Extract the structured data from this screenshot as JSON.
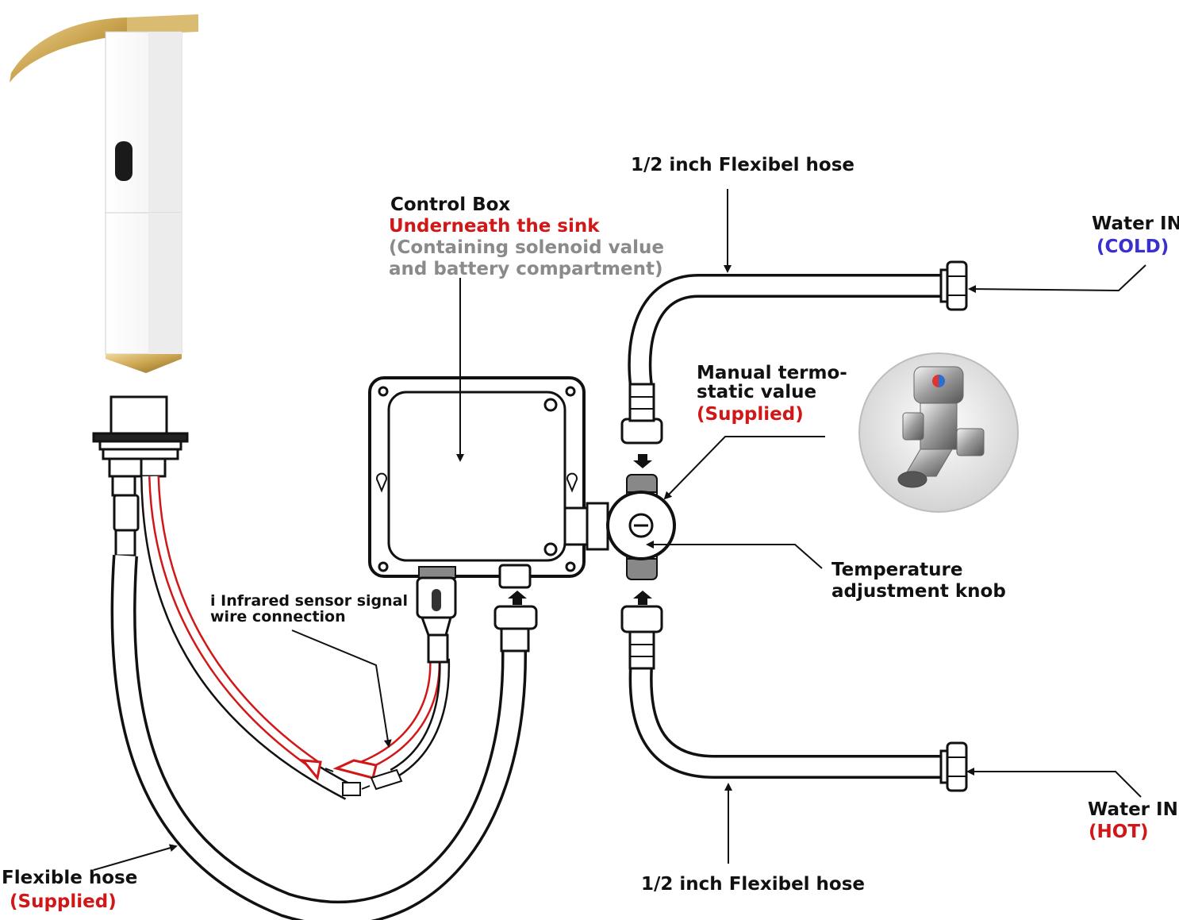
{
  "labels": {
    "hose_top": "1/2 inch Flexibel hose",
    "hose_bottom": "1/2 inch Flexibel hose",
    "water_cold_line1": "Water IN",
    "water_cold_line2": "(COLD)",
    "water_hot_line1": "Water IN",
    "water_hot_line2": "(HOT)",
    "control_box_title": "Control Box",
    "control_box_location": "Underneath the sink",
    "control_box_note_line1": "(Containing solenoid value",
    "control_box_note_line2": "and battery compartment)",
    "thermo_line1": "Manual termo-",
    "thermo_line2": "static value",
    "thermo_line3": "(Supplied)",
    "temp_knob_line1": "Temperature",
    "temp_knob_line2": "adjustment knob",
    "sensor_line1": "i Infrared sensor signal",
    "sensor_line2": "wire connection",
    "flex_hose_line1": "Flexible hose",
    "flex_hose_line2": "(Supplied)"
  },
  "colors": {
    "wire_red": "#d01818",
    "cold_blue": "#3a2fd0",
    "gold": "#c9a34e",
    "note_gray": "#8a8a8a",
    "valve_knob_red": "#e0352b",
    "valve_knob_blue": "#2a6fd6"
  }
}
